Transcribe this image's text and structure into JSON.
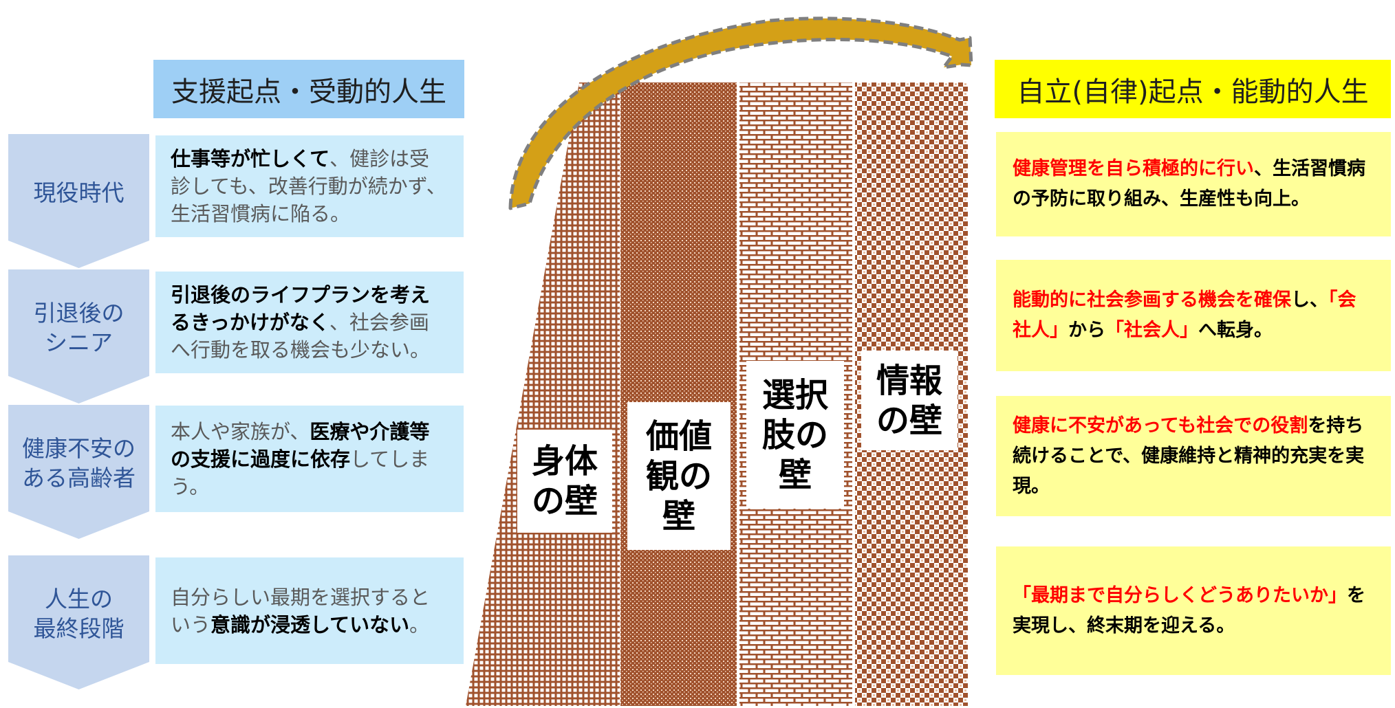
{
  "left_header": "支援起点・受動的人生",
  "right_header": "自立(自律)起点・能動的人生",
  "stages": [
    {
      "label": "現役時代",
      "desc": [
        {
          "t": "仕事等が忙しくて",
          "b": true
        },
        {
          "t": "、健診は受診しても、改善行動が続かず、生活習慣病に陥る。",
          "b": false
        }
      ],
      "goal": [
        {
          "t": "健康管理を自ら積極的に行い",
          "red": true
        },
        {
          "t": "、生活習慣病の予防に取り組み、生産性も向上。",
          "red": false
        }
      ]
    },
    {
      "label": "引退後の\nシニア",
      "desc": [
        {
          "t": "引退後のライフプランを考えるきっかけがなく",
          "b": true
        },
        {
          "t": "、社会参画へ行動を取る機会も少ない。",
          "b": false
        }
      ],
      "goal": [
        {
          "t": "能動的に社会参画する機会を確保",
          "red": true
        },
        {
          "t": "し、",
          "red": false
        },
        {
          "t": "「会社人」",
          "red": true
        },
        {
          "t": "から",
          "red": false
        },
        {
          "t": "「社会人」",
          "red": true
        },
        {
          "t": "へ転身。",
          "red": false
        }
      ]
    },
    {
      "label": "健康不安の\nある高齢者",
      "desc": [
        {
          "t": "本人や家族が、",
          "b": false
        },
        {
          "t": "医療や介護等の支援に過度に依存",
          "b": true
        },
        {
          "t": "してしまう。",
          "b": false
        }
      ],
      "goal": [
        {
          "t": "健康に不安があっても社会での役割",
          "red": true
        },
        {
          "t": "を持ち続けることで、健康維持と精神的充実を実現。",
          "red": false
        }
      ]
    },
    {
      "label": "人生の\n最終段階",
      "desc": [
        {
          "t": "自分らしい最期を選択するという",
          "b": false
        },
        {
          "t": "意識が浸透していない",
          "b": true
        },
        {
          "t": "。",
          "b": false
        }
      ],
      "goal": [
        {
          "t": "「最期まで自分らしくどうありたいか」",
          "red": true
        },
        {
          "t": "を実現し、終末期を迎える。",
          "red": false
        }
      ]
    }
  ],
  "walls": [
    "身体\nの壁",
    "価値\n観の\n壁",
    "選択\n肢の\n壁",
    "情報\nの壁"
  ],
  "colors": {
    "left_header_bg": "#9ecff5",
    "right_header_bg": "#ffff00",
    "stage_bg": "#c5d6ee",
    "stage_text": "#2f5597",
    "desc_bg": "#cdecfb",
    "goal_bg": "#ffff99",
    "goal_red": "#ff0000",
    "wall_brown": "#a0522d",
    "arrow_fill": "#d4a017",
    "arrow_outline": "#7f7f7f"
  }
}
